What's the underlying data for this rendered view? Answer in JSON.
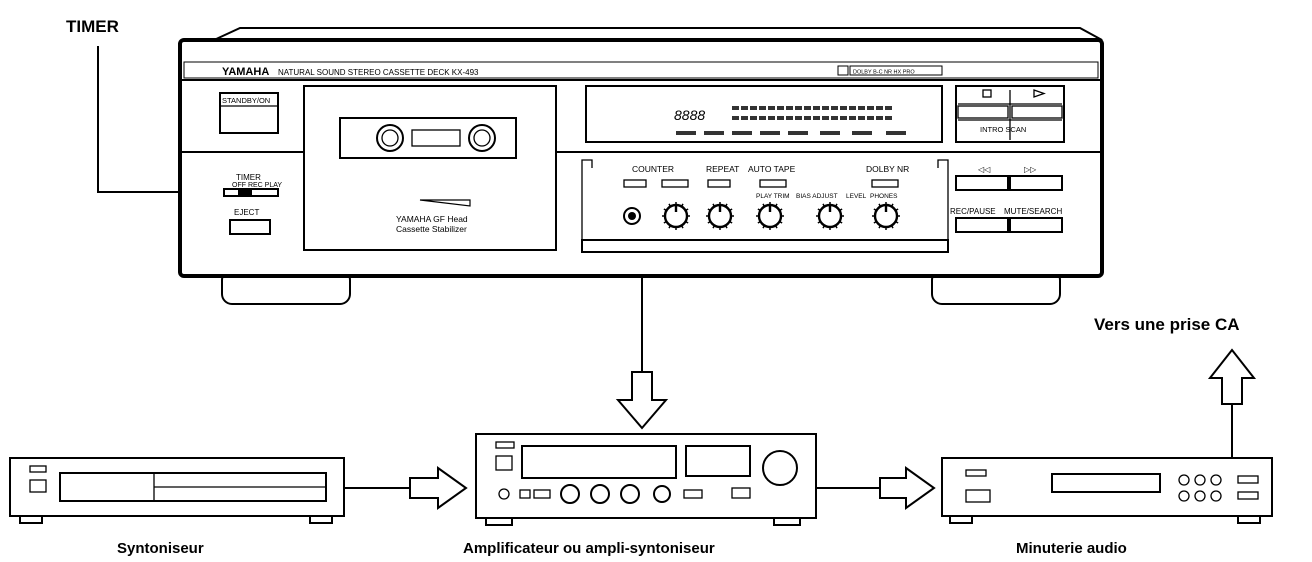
{
  "labels": {
    "timer": "TIMER",
    "ac_outlet": "Vers une prise CA",
    "tuner": "Syntoniseur",
    "amplifier": "Amplificateur ou ampli-syntoniseur",
    "audio_timer": "Minuterie audio"
  },
  "deck": {
    "brand": "YAMAHA",
    "model_line": "NATURAL SOUND  STEREO CASSETTE DECK  KX-493",
    "dolby_badge": "DOLBY B-C NR HX PRO",
    "standby": "STANDBY/ON",
    "timer_switch": "TIMER",
    "timer_positions": "OFF REC PLAY",
    "eject": "EJECT",
    "head_line1": "YAMAHA  GF Head",
    "head_line2": "Cassette  Stabilizer",
    "counter_digits": "8888",
    "intro_scan": "INTRO SCAN",
    "counter": "COUNTER",
    "repeat": "REPEAT",
    "auto_tape": "AUTO TAPE",
    "dolby_nr": "DOLBY NR",
    "play_trim": "PLAY TRIM",
    "bias_adjust": "BIAS ADJUST",
    "level": "LEVEL",
    "phones": "PHONES",
    "rec_pause": "REC/PAUSE",
    "mute_search": "MUTE/SEARCH"
  }
}
